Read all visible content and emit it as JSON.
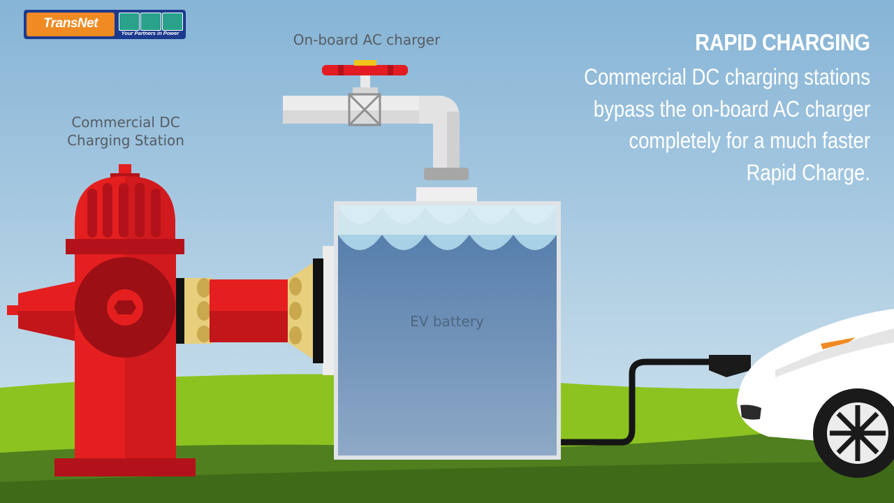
{
  "logo": {
    "brand": "TransNet",
    "tagline": "Your Partners in Power",
    "icons": [
      "power-pylon-icon",
      "coil-icon",
      "handshake-icon"
    ]
  },
  "labels": {
    "ac_charger": "On-board AC charger",
    "dc_station_line1": "Commercial DC",
    "dc_station_line2": "Charging Station",
    "battery": "EV battery"
  },
  "heading": {
    "title": "RAPID CHARGING",
    "line1": "Commercial DC charging stations",
    "line2": "bypass the on-board AC charger",
    "line3": "completely for a much faster",
    "line4": "Rapid Charge."
  },
  "colors": {
    "sky": "#9cc3dd",
    "grass": "#8cc21f",
    "hydrant": "#e51f1f",
    "water": "#6f94bd",
    "car": "#ffffff"
  }
}
